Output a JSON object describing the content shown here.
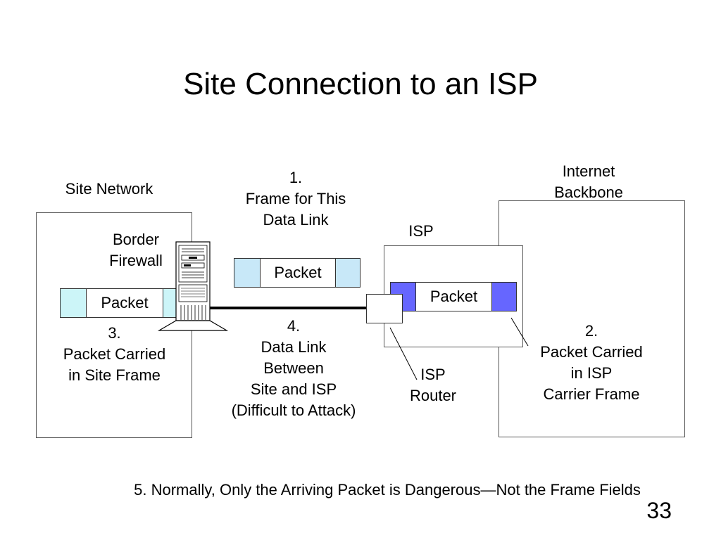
{
  "title": "Site Connection to an ISP",
  "labels": {
    "site_network": "Site Network",
    "border_firewall": "Border\nFirewall",
    "internet_backbone": "Internet\nBackbone",
    "isp": "ISP",
    "isp_router": "ISP\nRouter"
  },
  "annotations": {
    "step1": "1.\nFrame for This\nData Link",
    "step2": "2.\nPacket Carried\nin ISP\nCarrier Frame",
    "step3": "3.\nPacket Carried\nin Site Frame",
    "step4": "4.\nData Link\nBetween\nSite and ISP\n(Difficult to Attack)"
  },
  "frames": {
    "site": {
      "packet_label": "Packet",
      "cap_color": "#ccf5f8"
    },
    "link": {
      "packet_label": "Packet",
      "cap_color": "#c8e8f8"
    },
    "isp": {
      "packet_label": "Packet",
      "cap_color": "#6666ff"
    }
  },
  "footer": "5. Normally, Only the Arriving Packet is Dangerous—Not the Frame Fields",
  "page_number": "33"
}
